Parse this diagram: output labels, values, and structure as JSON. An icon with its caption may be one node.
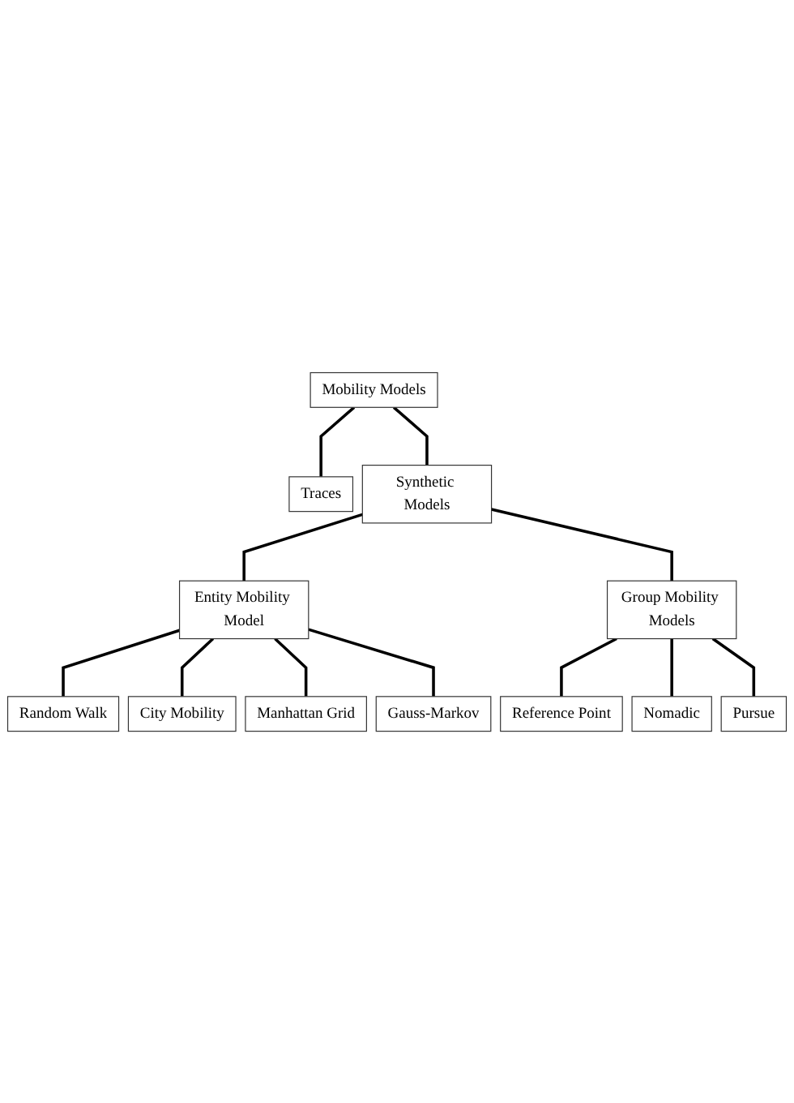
{
  "diagram": {
    "nodes": [
      {
        "text": [
          "Mobility Models"
        ]
      },
      {
        "text": [
          "Traces"
        ]
      },
      {
        "text": [
          "Synthetic Models"
        ]
      },
      {
        "text": [
          "Entity Mobility Model"
        ]
      },
      {
        "text": [
          "Group Mobility Models"
        ]
      },
      {
        "text": [
          "Random Walk"
        ]
      },
      {
        "text": [
          "City Mobility"
        ]
      },
      {
        "text": [
          "Manhattan Grid"
        ]
      },
      {
        "text": [
          "Gauss-Markov"
        ]
      },
      {
        "text": [
          "Reference Point"
        ]
      },
      {
        "text": [
          "Nomadic"
        ]
      },
      {
        "text": [
          "Pursue"
        ]
      }
    ],
    "edges": [
      {
        "from": 0,
        "to": 1,
        "arrow": "none"
      },
      {
        "from": 0,
        "to": 2,
        "arrow": "none"
      },
      {
        "from": 2,
        "to": 3,
        "arrow": "none"
      },
      {
        "from": 2,
        "to": 4,
        "arrow": "none"
      },
      {
        "from": 3,
        "to": 5,
        "arrow": "none"
      },
      {
        "from": 3,
        "to": 6,
        "arrow": "none"
      },
      {
        "from": 3,
        "to": 7,
        "arrow": "none"
      },
      {
        "from": 3,
        "to": 8,
        "arrow": "none"
      },
      {
        "from": 4,
        "to": 9,
        "arrow": "none"
      },
      {
        "from": 4,
        "to": 10,
        "arrow": "none"
      },
      {
        "from": 4,
        "to": 11,
        "arrow": "none"
      }
    ]
  }
}
